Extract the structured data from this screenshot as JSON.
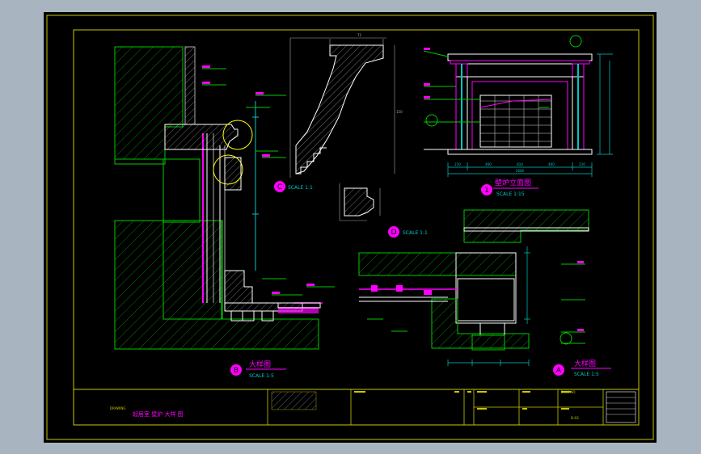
{
  "colors": {
    "background": "#000000",
    "frame": "#c8c800",
    "wall_hatch": "#00c800",
    "annotation": "#ff00ff",
    "dimension": "#00c8c8",
    "finish": "#ffffff",
    "viewport_bg": "#a9b4c1"
  },
  "detail_b": {
    "marker": "B",
    "title": "大样图",
    "scale": "SCALE 1:5"
  },
  "detail_a": {
    "marker": "A",
    "title": "大样图",
    "scale": "SCALE 1:5"
  },
  "detail_c": {
    "marker": "C",
    "scale": "SCALE 1:1"
  },
  "detail_d": {
    "marker": "D",
    "scale": "SCALE 1:1"
  },
  "elevation_1": {
    "marker": "1",
    "title": "壁炉立面图",
    "scale": "SCALE 1:15",
    "dims_bottom": [
      "210",
      "460",
      "810",
      "460",
      "210"
    ],
    "dim_total": "2600"
  },
  "title_block": {
    "drawing_name_label": "DRAWING",
    "drawing_name": "起居室 壁炉 大样 图",
    "sheet_no_label": "DWG NO",
    "sheet_no": "D-03"
  }
}
